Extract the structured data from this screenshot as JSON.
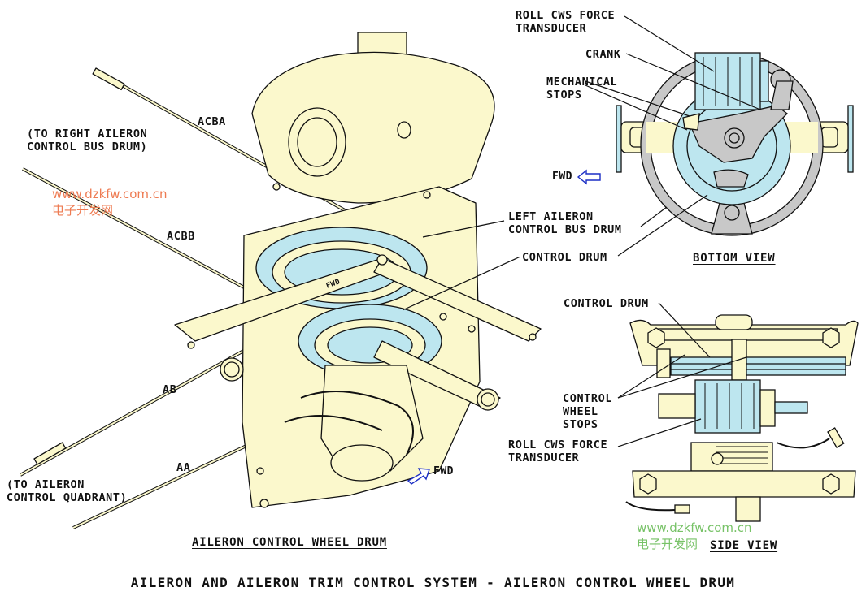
{
  "diagram": {
    "caption": "AILERON AND AILERON TRIM CONTROL SYSTEM - AILERON CONTROL WHEEL DRUM",
    "colors": {
      "part_fill": "#fbf8cc",
      "drum_fill": "#bde6ef",
      "wheel_fill": "#c8c8c8",
      "stroke": "#111111",
      "fwd_arrow": "#1b2ec5"
    },
    "main_view": {
      "title": "AILERON CONTROL WHEEL DRUM",
      "cable_labels": {
        "acba": "ACBA",
        "acbb": "ACBB",
        "ab": "AB",
        "aa": "AA"
      },
      "notes": {
        "right_bus_drum": "(TO RIGHT AILERON\nCONTROL BUS DRUM)",
        "quadrant": "(TO AILERON\nCONTROL QUADRANT)"
      },
      "callouts": {
        "left_bus_drum": "LEFT AILERON\nCONTROL BUS DRUM",
        "control_drum": "CONTROL DRUM"
      },
      "frame_marking": "FWD",
      "fwd_label": "FWD"
    },
    "bottom_view": {
      "title": "BOTTOM VIEW",
      "callouts": {
        "transducer": "ROLL CWS FORCE\nTRANSDUCER",
        "crank": "CRANK",
        "mech_stops": "MECHANICAL\nSTOPS"
      },
      "fwd_label": "FWD"
    },
    "side_view": {
      "title": "SIDE VIEW",
      "callouts": {
        "control_drum": "CONTROL DRUM",
        "wheel_stops": "CONTROL\nWHEEL\nSTOPS",
        "transducer": "ROLL CWS FORCE\nTRANSDUCER"
      }
    }
  },
  "watermarks": [
    {
      "url": "www.dzkfw.com.cn",
      "name": "电子开发网"
    },
    {
      "url": "www.dzkfw.com.cn",
      "name": "电子开发网"
    }
  ]
}
